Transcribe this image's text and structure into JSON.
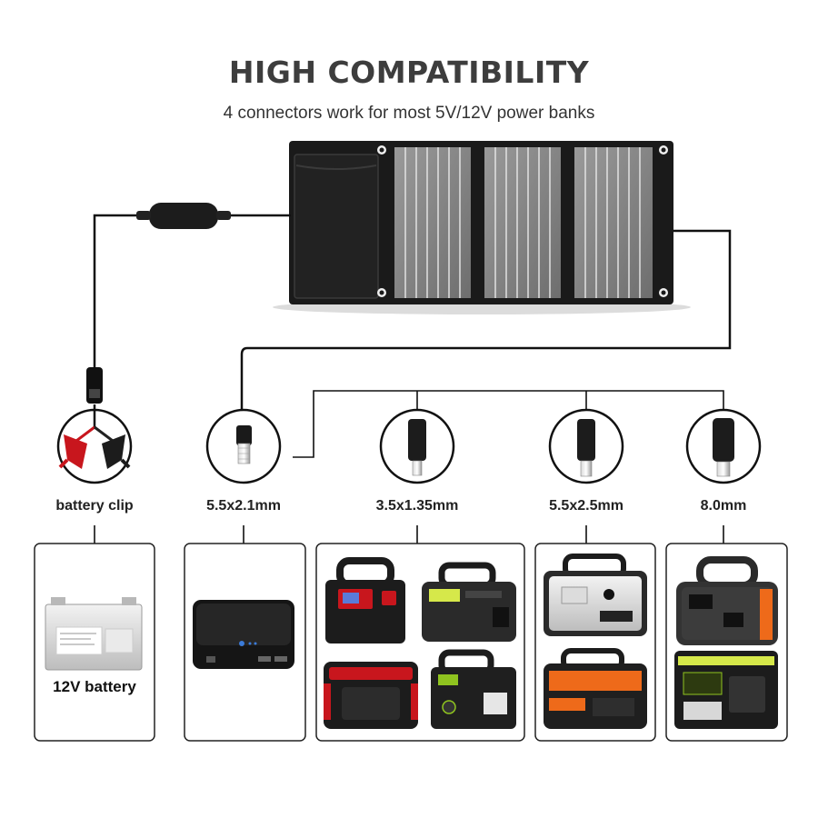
{
  "header": {
    "title": "HIGH COMPATIBILITY",
    "subtitle": "4 connectors work for most 5V/12V power banks"
  },
  "connectors": [
    {
      "label": "battery clip",
      "icon": "battery-clip-icon"
    },
    {
      "label": "5.5x2.1mm",
      "icon": "dc-plug-icon"
    },
    {
      "label": "3.5x1.35mm",
      "icon": "dc-adapter-icon"
    },
    {
      "label": "5.5x2.5mm",
      "icon": "dc-adapter-icon"
    },
    {
      "label": "8.0mm",
      "icon": "dc-adapter-icon"
    }
  ],
  "devices": {
    "battery_label": "12V battery"
  },
  "colors": {
    "title": "#3d3d3d",
    "panel": "#1a1a1a",
    "cell": "#8f8f8f",
    "cable": "#111111",
    "accent_red": "#c8161d",
    "accent_orange": "#ee6a1a",
    "accent_green": "#8fc31f"
  }
}
